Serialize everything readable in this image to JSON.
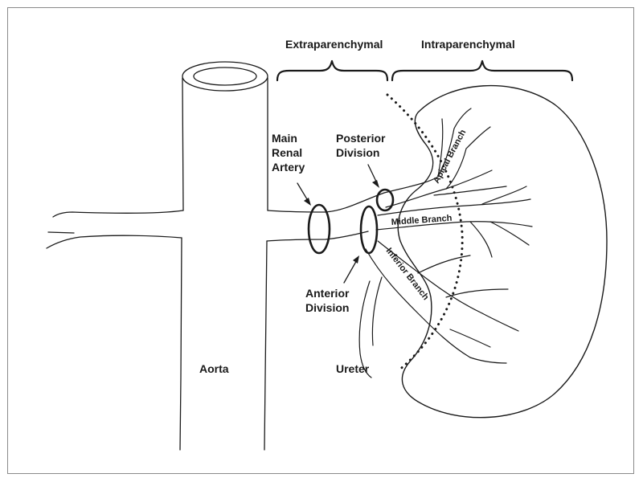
{
  "labels": {
    "extraparenchymal": "Extraparenchymal",
    "intraparenchymal": "Intraparenchymal",
    "main_renal_artery_1": "Main",
    "main_renal_artery_2": "Renal",
    "main_renal_artery_3": "Artery",
    "posterior_division_1": "Posterior",
    "posterior_division_2": "Division",
    "anterior_division_1": "Anterior",
    "anterior_division_2": "Division",
    "apical_branch": "Apical Branch",
    "middle_branch": "Middle Branch",
    "inferior_branch": "Inferior Branch",
    "aorta": "Aorta",
    "ureter": "Ureter"
  },
  "colors": {
    "ink": "#1a1a1a",
    "frame": "#8a8a8a",
    "background": "#ffffff"
  }
}
